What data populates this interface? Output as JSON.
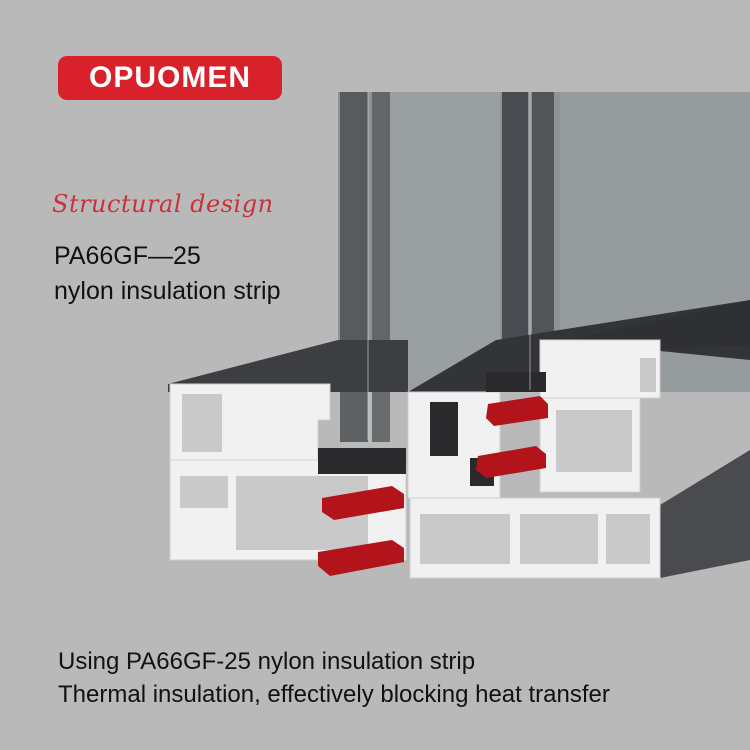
{
  "brand": {
    "logo_text": "OPUOMEN",
    "logo_color": "#d9212b"
  },
  "headline": {
    "script_label": "Structural design",
    "line1": "PA66GF—25",
    "line2": "nylon insulation strip"
  },
  "caption": {
    "line1": "Using PA66GF-25 nylon insulation strip",
    "line2": "Thermal insulation, effectively blocking heat transfer"
  },
  "colors": {
    "background": "#b9b9b9",
    "profile_top": "#3c3d40",
    "profile_face": "#f2f2f2",
    "insulation_strip": "#b3141b",
    "glass": "#8f9496"
  }
}
